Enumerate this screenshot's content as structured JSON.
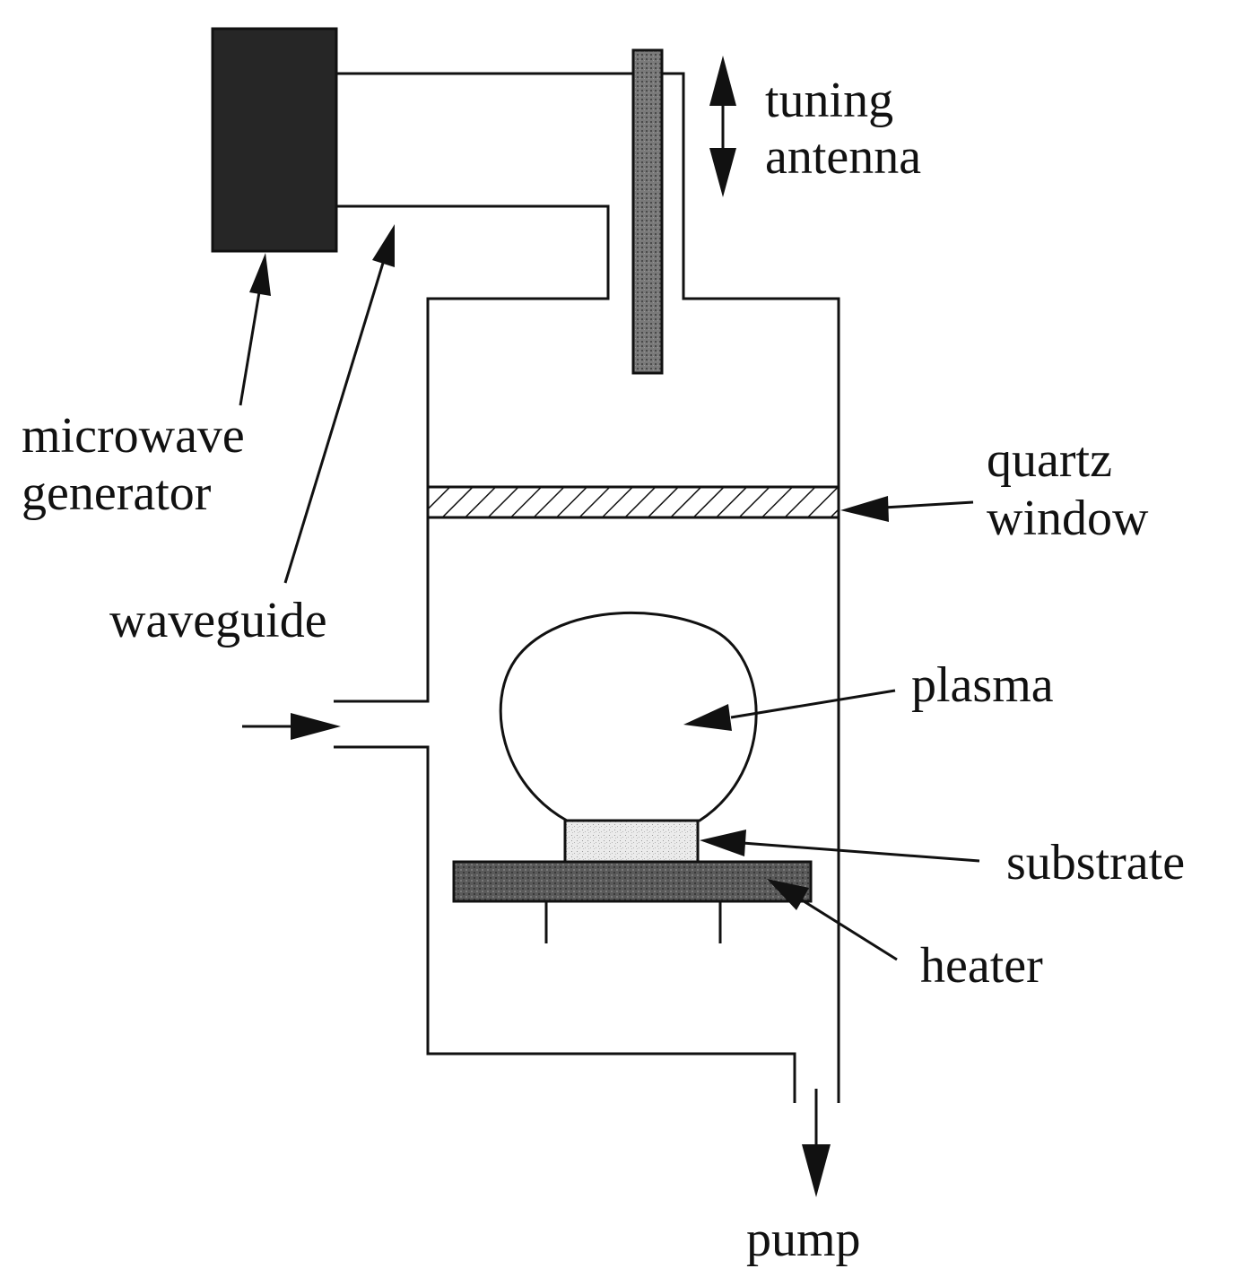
{
  "labels": {
    "tuning_antenna_line1": "tuning",
    "tuning_antenna_line2": "antenna",
    "microwave_generator_line1": "microwave",
    "microwave_generator_line2": "generator",
    "waveguide": "waveguide",
    "quartz_window_line1": "quartz",
    "quartz_window_line2": "window",
    "plasma": "plasma",
    "substrate": "substrate",
    "heater": "heater",
    "pump": "pump"
  },
  "colors": {
    "ink": "#111111",
    "generator_fill": "#2b2b2b",
    "antenna_fill": "#6a6a6a",
    "heater_fill": "#555555",
    "substrate_fill": "#e6e6e6",
    "background": "#ffffff"
  },
  "icons": {
    "tuning": "double-vertical-arrow-icon",
    "gas_inlet": "right-arrow-icon",
    "pump_outlet": "down-arrow-icon"
  }
}
